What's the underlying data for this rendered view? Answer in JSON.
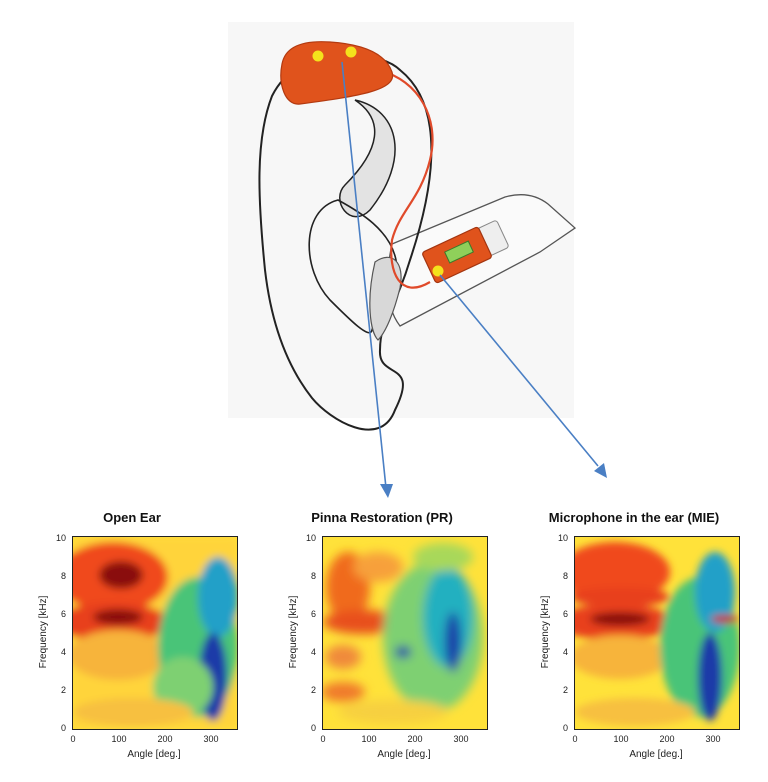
{
  "panels": [
    {
      "title": "Open Ear",
      "xlabel": "Angle [deg.]",
      "ylabel": "Frequency [kHz]"
    },
    {
      "title": "Pinna Restoration (PR)",
      "xlabel": "Angle [deg.]",
      "ylabel": "Frequency [kHz]"
    },
    {
      "title": "Microphone in the ear (MIE)",
      "xlabel": "Angle [deg.]",
      "ylabel": "Frequency [kHz]"
    }
  ],
  "x_ticks": [
    "0",
    "100",
    "200",
    "300"
  ],
  "y_ticks": [
    "0",
    "2",
    "4",
    "6",
    "8",
    "10"
  ],
  "colors": {
    "device": "#e0531c",
    "wire": "#e04a2a",
    "mic": "#f4e21c",
    "arrow": "#4a7fc4",
    "ear_outline": "#222222",
    "cartilage": "#dcdcdc"
  }
}
